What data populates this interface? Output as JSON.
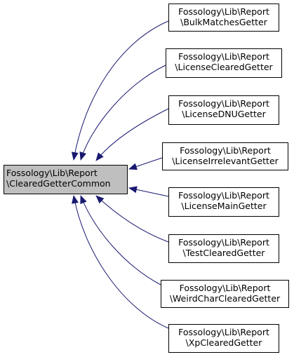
{
  "diagram": {
    "colors": {
      "edge": "#191970",
      "border": "#000000",
      "base_fill": "#bfbfbf",
      "node_fill": "#ffffff"
    },
    "base_node": {
      "line1": "Fossology\\Lib\\Report",
      "line2": "\\ClearedGetterCommon"
    },
    "derived_nodes": [
      {
        "line1": "Fossology\\Lib\\Report",
        "line2": "\\BulkMatchesGetter"
      },
      {
        "line1": "Fossology\\Lib\\Report",
        "line2": "\\LicenseClearedGetter"
      },
      {
        "line1": "Fossology\\Lib\\Report",
        "line2": "\\LicenseDNUGetter"
      },
      {
        "line1": "Fossology\\Lib\\Report",
        "line2": "\\LicenseIrrelevantGetter"
      },
      {
        "line1": "Fossology\\Lib\\Report",
        "line2": "\\LicenseMainGetter"
      },
      {
        "line1": "Fossology\\Lib\\Report",
        "line2": "\\TestClearedGetter"
      },
      {
        "line1": "Fossology\\Lib\\Report",
        "line2": "\\WeirdCharClearedGetter"
      },
      {
        "line1": "Fossology\\Lib\\Report",
        "line2": "\\XpClearedGetter"
      }
    ]
  }
}
